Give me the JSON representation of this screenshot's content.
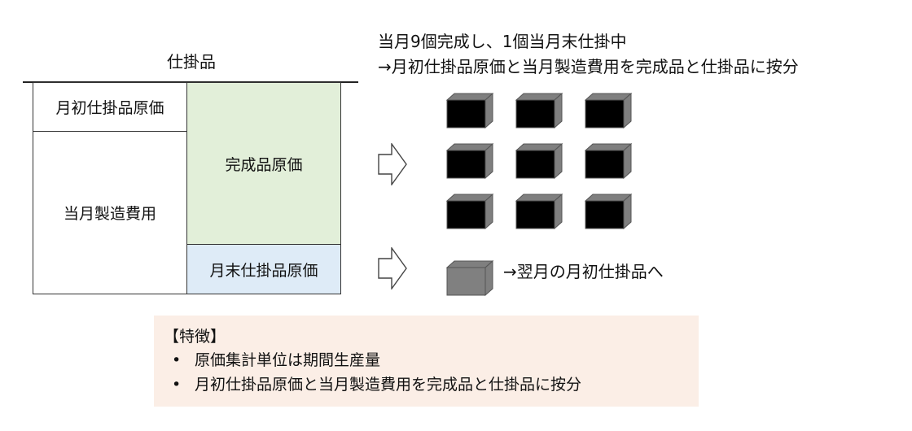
{
  "account": {
    "title": "仕掛品"
  },
  "t_account": {
    "debit": [
      {
        "label": "月初仕掛品原価"
      },
      {
        "label": "当月製造費用"
      }
    ],
    "credit": [
      {
        "label": "完成品原価"
      },
      {
        "label": "月末仕掛品原価"
      }
    ]
  },
  "header": {
    "line1": "当月9個完成し、1個当月末仕掛中",
    "line2": "→月初仕掛品原価と当月製造費用を完成品と仕掛品に按分"
  },
  "products": {
    "completed_count": 9,
    "wip_count": 1,
    "completed_color": "#000000",
    "wip_color": "#808080",
    "edge_color": "#7f7f7f",
    "next_label": "→翌月の月初仕掛品へ"
  },
  "features": {
    "title": "【特徴】",
    "bullet": "•",
    "items": [
      "原価集計単位は期間生産量",
      "月初仕掛品原価と当月製造費用を完成品と仕掛品に按分"
    ]
  },
  "colors": {
    "finished_cell": "#e2efd9",
    "ending_wip_cell": "#deebf7",
    "features_bg": "#fbeee6"
  }
}
